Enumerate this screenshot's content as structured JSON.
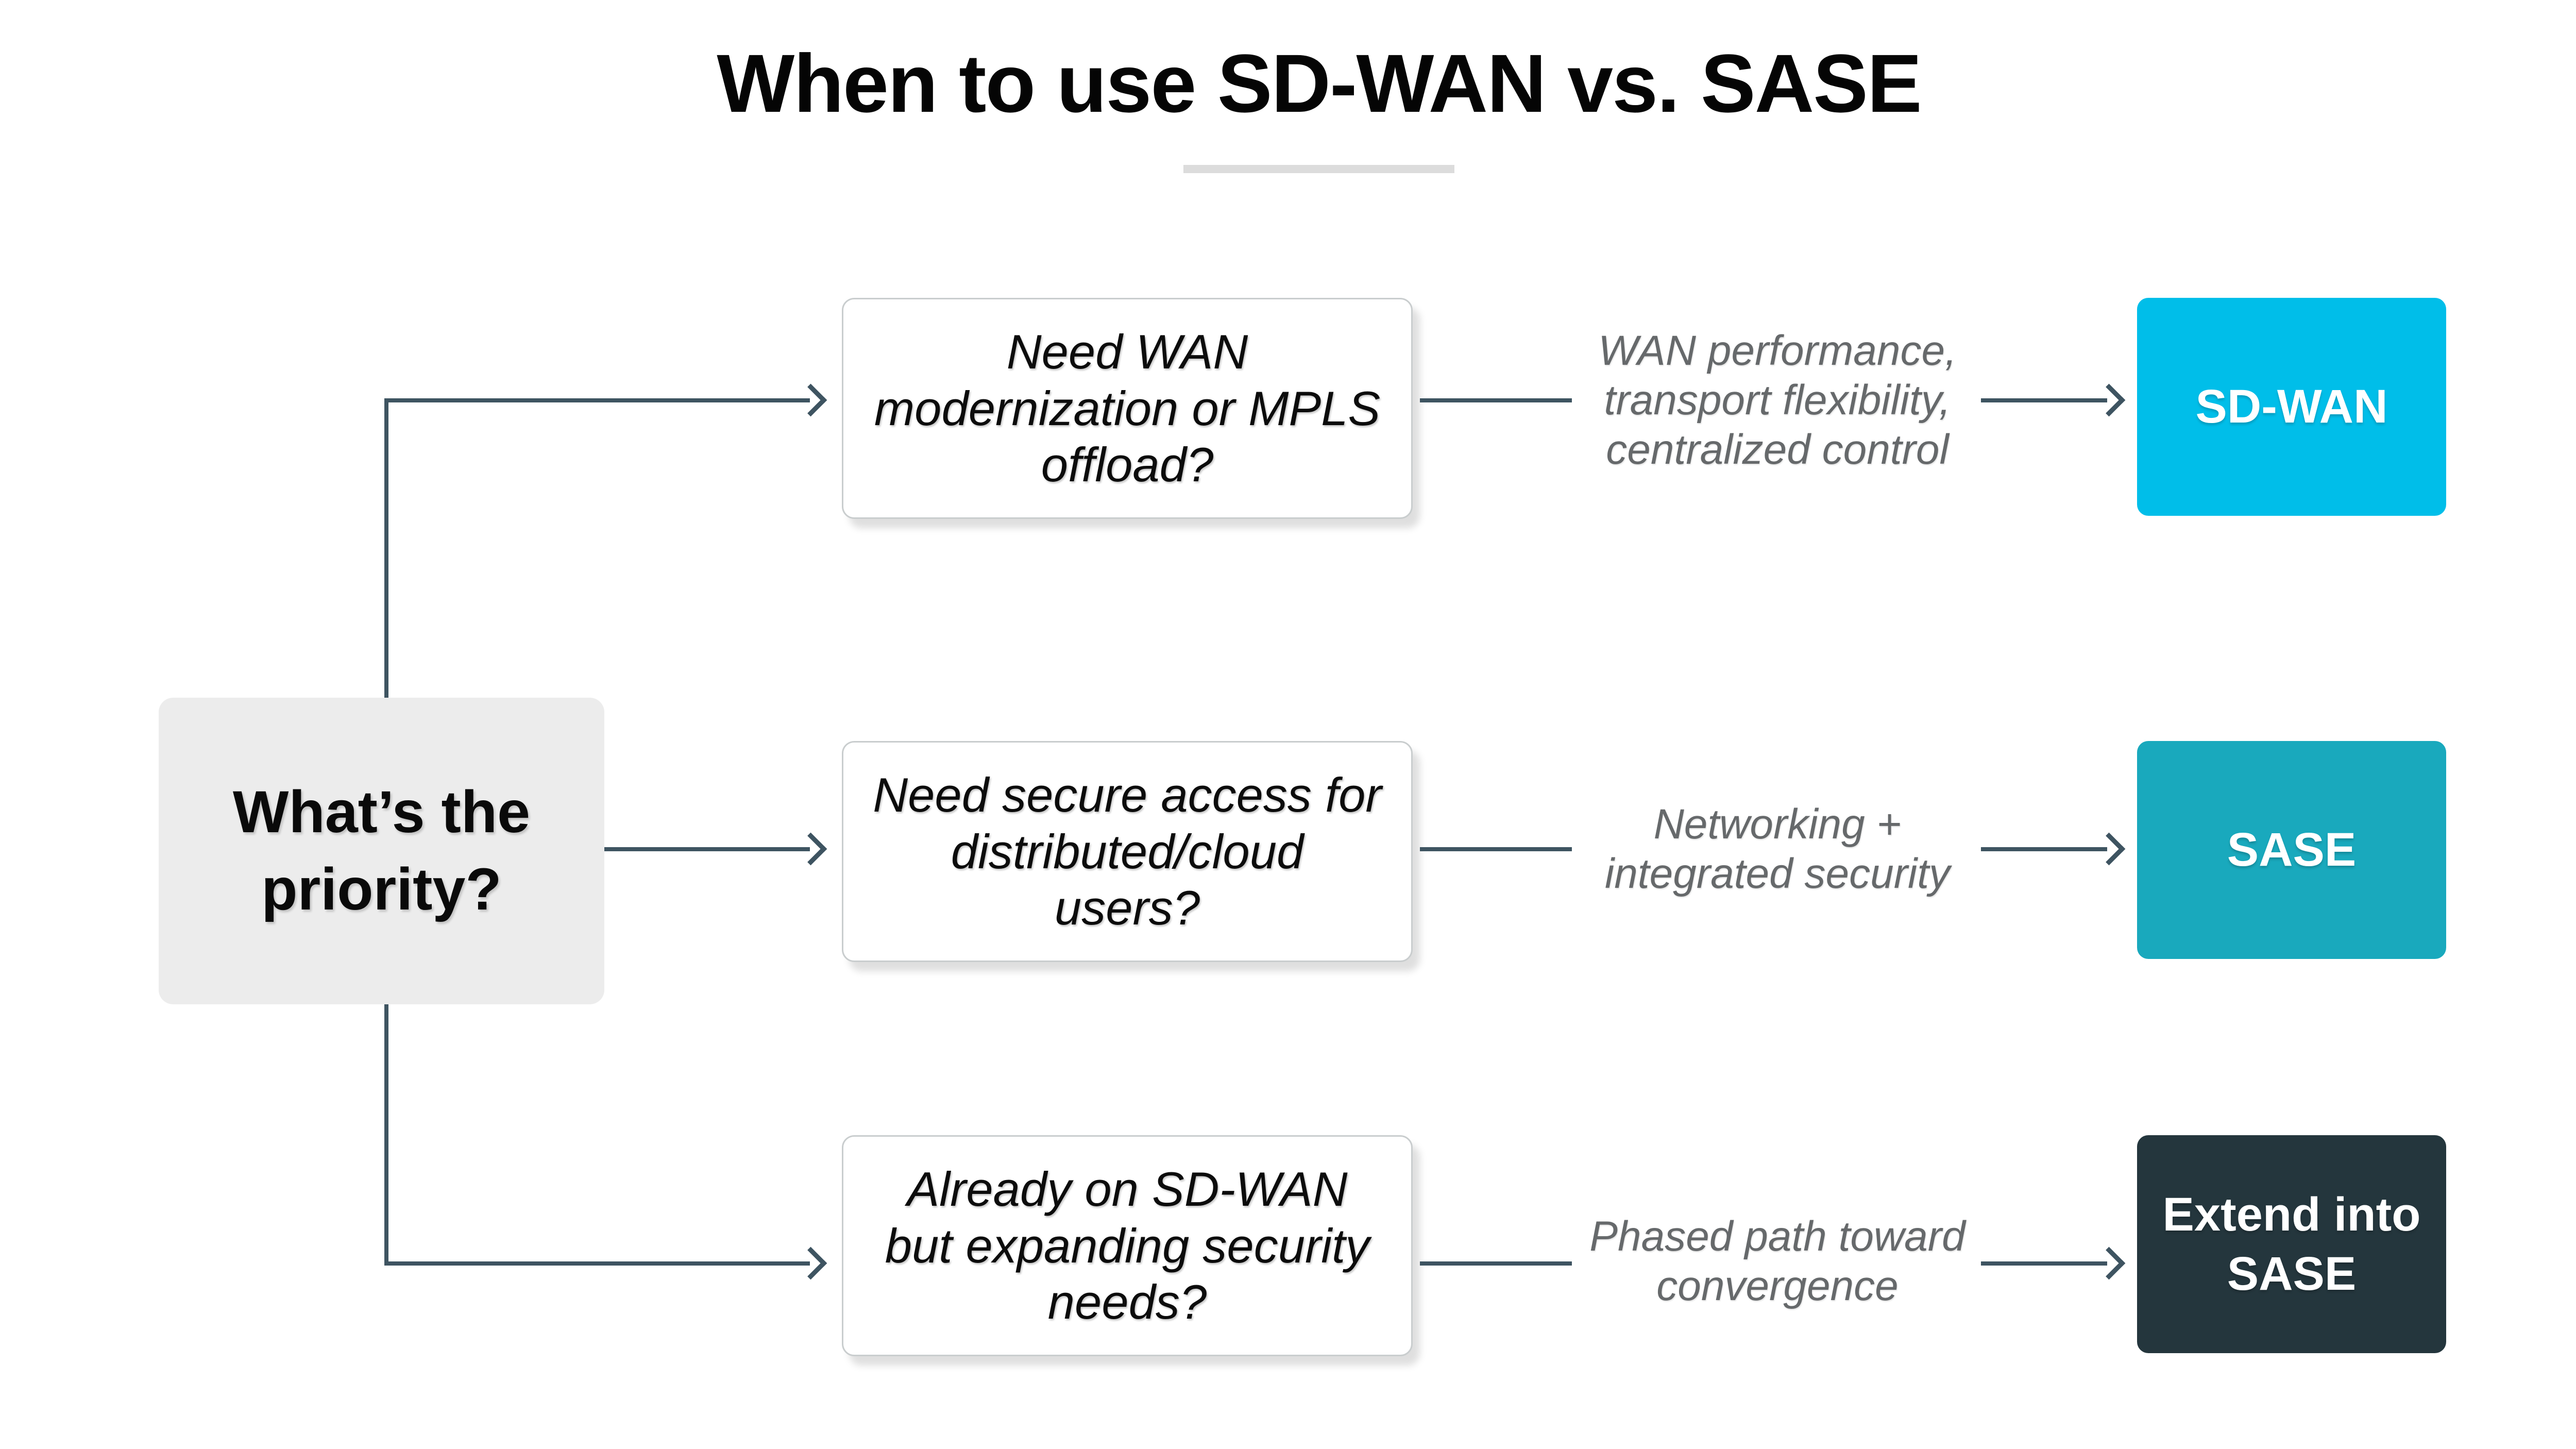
{
  "title": "When to use SD-WAN vs. SASE",
  "root": {
    "label": "What’s the\npriority?"
  },
  "rows": [
    {
      "question": "Need WAN\nmodernization or MPLS\noffload?",
      "reason": "WAN performance,\ntransport flexibility,\ncentralized control",
      "answer": "SD-WAN",
      "answer_color": "#00bee9"
    },
    {
      "question": "Need secure access for\ndistributed/cloud\nusers?",
      "reason": "Networking +\nintegrated security",
      "answer": "SASE",
      "answer_color": "#19a9bd"
    },
    {
      "question": "Already on SD-WAN\nbut expanding security\nneeds?",
      "reason": "Phased path toward\nconvergence",
      "answer": "Extend into\nSASE",
      "answer_color": "#24363d"
    }
  ],
  "colors": {
    "title_text": "#050505",
    "divider": "#dcdcdc",
    "root_box": "#ececec",
    "root_text": "#0a0a0a",
    "question_text": "#0c0c0c",
    "reason_text": "#66696b",
    "answer_text": "#ffffff",
    "card_border": "#c9cdce",
    "connector": "#3e5461"
  }
}
